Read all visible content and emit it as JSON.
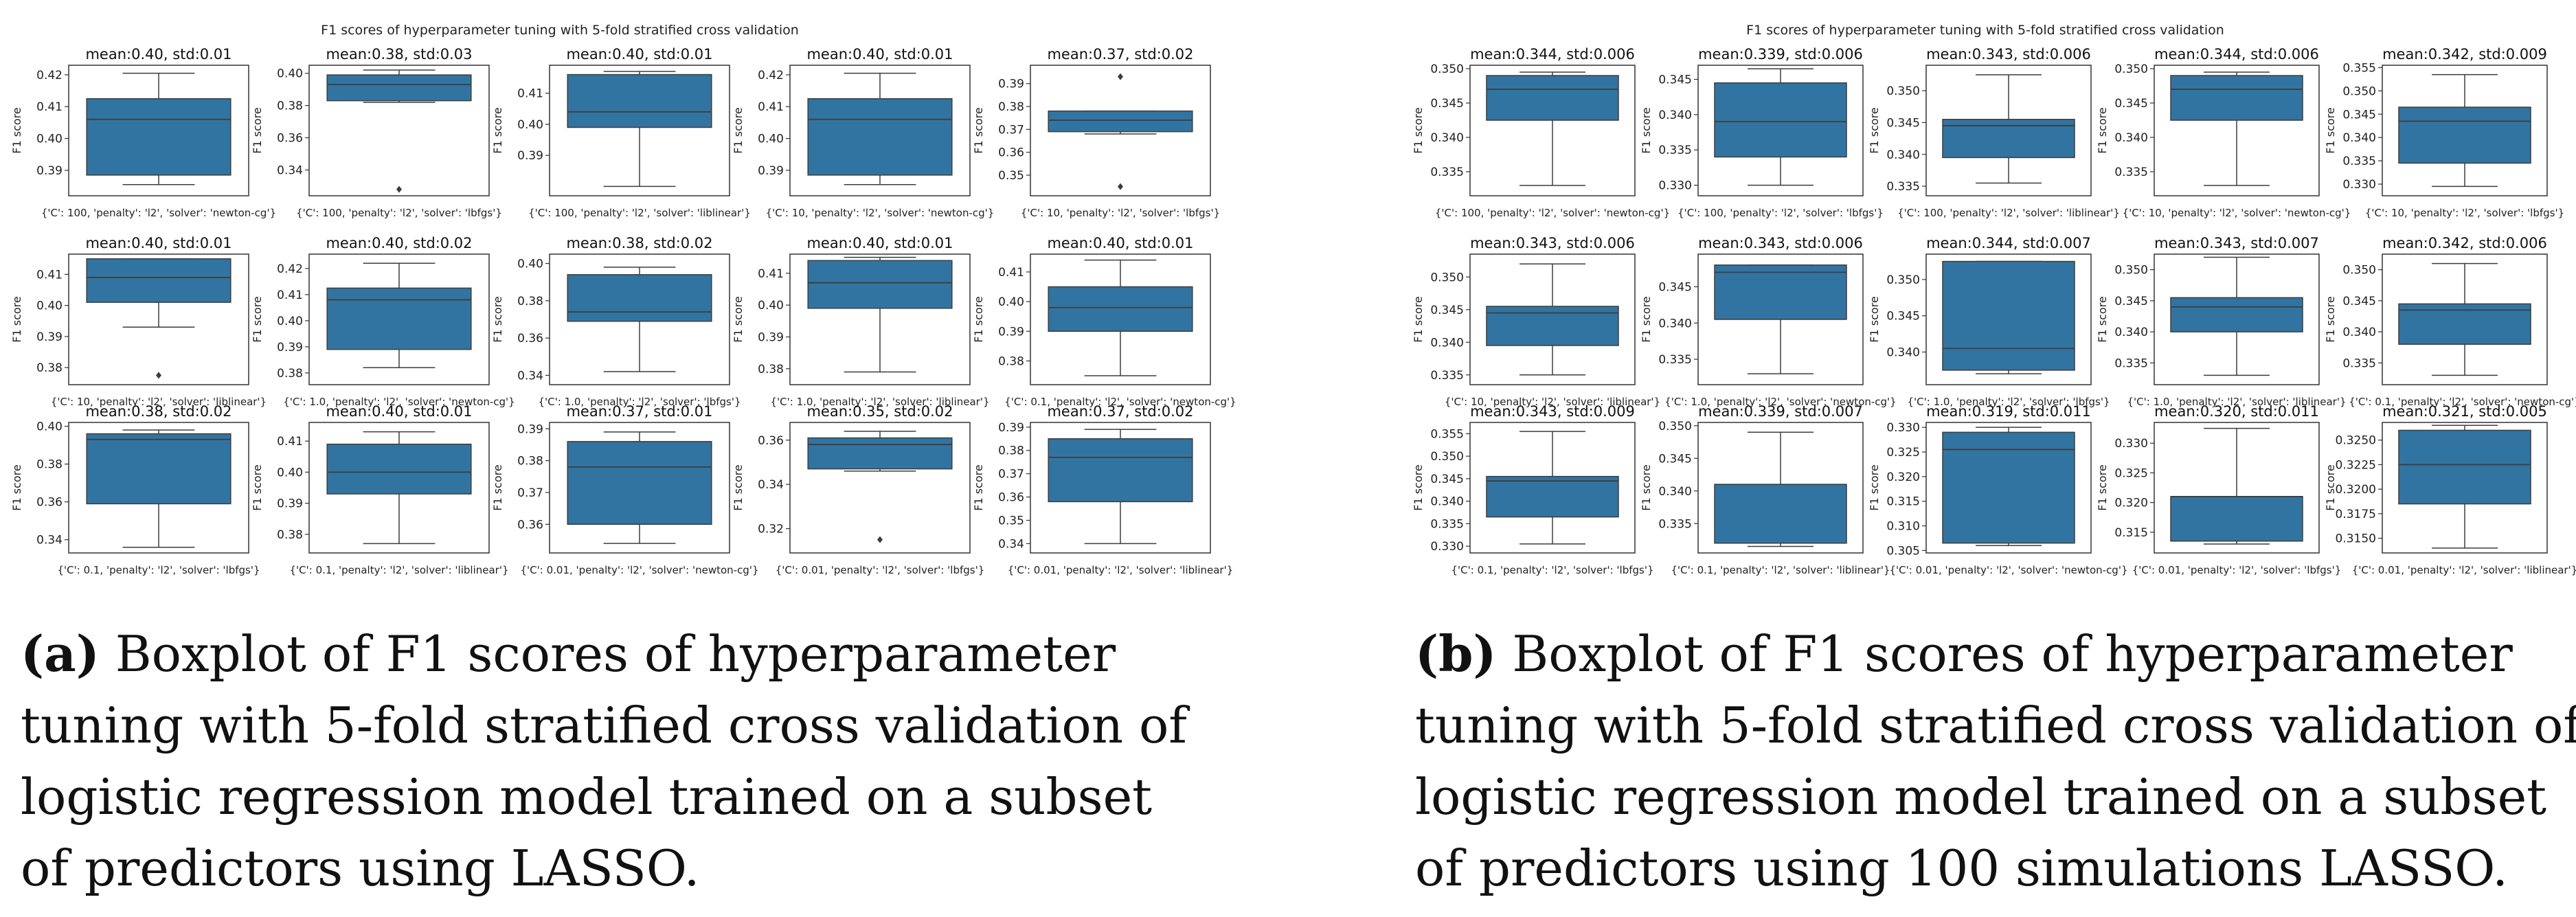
{
  "colors": {
    "box": "#3274a1",
    "whisker": "#3d3d3d",
    "frame": "#333333"
  },
  "panels": [
    {
      "title": "F1 scores of hyperparameter tuning with 5-fold stratified cross validation",
      "caption_label": "(a)",
      "caption_text": "Boxplot of F1 scores of hyperparameter tuning with 5-fold stratified cross validation of logistic regression model trained on a subset of predictors using LASSO."
    },
    {
      "title": "F1 scores of hyperparameter tuning with 5-fold stratified cross validation",
      "caption_label": "(b)",
      "caption_text": "Boxplot of F1 scores of hyperparameter tuning with 5-fold stratified cross validation of logistic regression model trained on a subset of predictors using 100 simulations LASSO."
    }
  ],
  "chart_data": [
    {
      "type": "box",
      "title": "F1 scores of hyperparameter tuning with 5-fold stratified cross validation",
      "ylabel": "F1 score",
      "subplots": [
        {
          "title": "mean:0.40, std:0.01",
          "xlabel": "{'C': 100, 'penalty': 'l2', 'solver': 'newton-cg'}",
          "ticks": [
            "0.39",
            "0.40",
            "0.41",
            "0.42"
          ],
          "ylim": [
            0.382,
            0.423
          ],
          "box": {
            "min": 0.3855,
            "q1": 0.3885,
            "median": 0.406,
            "q3": 0.4125,
            "max": 0.4205,
            "outliers": []
          }
        },
        {
          "title": "mean:0.38, std:0.03",
          "xlabel": "{'C': 100, 'penalty': 'l2', 'solver': 'lbfgs'}",
          "ticks": [
            "0.34",
            "0.36",
            "0.38",
            "0.40"
          ],
          "ylim": [
            0.324,
            0.405
          ],
          "box": {
            "min": 0.382,
            "q1": 0.383,
            "median": 0.393,
            "q3": 0.399,
            "max": 0.402,
            "outliers": [
              0.328
            ]
          }
        },
        {
          "title": "mean:0.40, std:0.01",
          "xlabel": "{'C': 100, 'penalty': 'l2', 'solver': 'liblinear'}",
          "ticks": [
            "0.39",
            "0.40",
            "0.41"
          ],
          "ylim": [
            0.377,
            0.419
          ],
          "box": {
            "min": 0.38,
            "q1": 0.399,
            "median": 0.404,
            "q3": 0.416,
            "max": 0.417,
            "outliers": []
          }
        },
        {
          "title": "mean:0.40, std:0.01",
          "xlabel": "{'C': 10, 'penalty': 'l2', 'solver': 'newton-cg'}",
          "ticks": [
            "0.39",
            "0.40",
            "0.41",
            "0.42"
          ],
          "ylim": [
            0.382,
            0.423
          ],
          "box": {
            "min": 0.3855,
            "q1": 0.3885,
            "median": 0.406,
            "q3": 0.4125,
            "max": 0.4205,
            "outliers": []
          }
        },
        {
          "title": "mean:0.37, std:0.02",
          "xlabel": "{'C': 10, 'penalty': 'l2', 'solver': 'lbfgs'}",
          "ticks": [
            "0.35",
            "0.36",
            "0.37",
            "0.38",
            "0.39"
          ],
          "ylim": [
            0.341,
            0.398
          ],
          "box": {
            "min": 0.368,
            "q1": 0.369,
            "median": 0.374,
            "q3": 0.378,
            "max": 0.378,
            "outliers": [
              0.393,
              0.345
            ]
          }
        },
        {
          "title": "mean:0.40, std:0.01",
          "xlabel": "{'C': 10, 'penalty': 'l2', 'solver': 'liblinear'}",
          "ticks": [
            "0.38",
            "0.39",
            "0.40",
            "0.41"
          ],
          "ylim": [
            0.3745,
            0.4165
          ],
          "box": {
            "min": 0.393,
            "q1": 0.401,
            "median": 0.409,
            "q3": 0.415,
            "max": 0.415,
            "outliers": [
              0.3775
            ]
          }
        },
        {
          "title": "mean:0.40, std:0.02",
          "xlabel": "{'C': 1.0, 'penalty': 'l2', 'solver': 'newton-cg'}",
          "ticks": [
            "0.38",
            "0.39",
            "0.40",
            "0.41",
            "0.42"
          ],
          "ylim": [
            0.3755,
            0.4255
          ],
          "box": {
            "min": 0.382,
            "q1": 0.389,
            "median": 0.408,
            "q3": 0.4125,
            "max": 0.422,
            "outliers": []
          }
        },
        {
          "title": "mean:0.38, std:0.02",
          "xlabel": "{'C': 1.0, 'penalty': 'l2', 'solver': 'lbfgs'}",
          "ticks": [
            "0.34",
            "0.36",
            "0.38",
            "0.40"
          ],
          "ylim": [
            0.335,
            0.405
          ],
          "box": {
            "min": 0.342,
            "q1": 0.369,
            "median": 0.374,
            "q3": 0.394,
            "max": 0.398,
            "outliers": []
          }
        },
        {
          "title": "mean:0.40, std:0.01",
          "xlabel": "{'C': 1.0, 'penalty': 'l2', 'solver': 'liblinear'}",
          "ticks": [
            "0.38",
            "0.39",
            "0.40",
            "0.41"
          ],
          "ylim": [
            0.375,
            0.416
          ],
          "box": {
            "min": 0.379,
            "q1": 0.399,
            "median": 0.407,
            "q3": 0.414,
            "max": 0.415,
            "outliers": []
          }
        },
        {
          "title": "mean:0.40, std:0.01",
          "xlabel": "{'C': 0.1, 'penalty': 'l2', 'solver': 'newton-cg'}",
          "ticks": [
            "0.38",
            "0.39",
            "0.40",
            "0.41"
          ],
          "ylim": [
            0.372,
            0.416
          ],
          "box": {
            "min": 0.375,
            "q1": 0.39,
            "median": 0.398,
            "q3": 0.405,
            "max": 0.414,
            "outliers": []
          }
        },
        {
          "title": "mean:0.38, std:0.02",
          "xlabel": "{'C': 0.1, 'penalty': 'l2', 'solver': 'lbfgs'}",
          "ticks": [
            "0.34",
            "0.36",
            "0.38",
            "0.40"
          ],
          "ylim": [
            0.333,
            0.402
          ],
          "box": {
            "min": 0.336,
            "q1": 0.359,
            "median": 0.393,
            "q3": 0.396,
            "max": 0.398,
            "outliers": []
          }
        },
        {
          "title": "mean:0.40, std:0.01",
          "xlabel": "{'C': 0.1, 'penalty': 'l2', 'solver': 'liblinear'}",
          "ticks": [
            "0.38",
            "0.39",
            "0.40",
            "0.41"
          ],
          "ylim": [
            0.374,
            0.416
          ],
          "box": {
            "min": 0.377,
            "q1": 0.393,
            "median": 0.4,
            "q3": 0.409,
            "max": 0.413,
            "outliers": []
          }
        },
        {
          "title": "mean:0.37, std:0.01",
          "xlabel": "{'C': 0.01, 'penalty': 'l2', 'solver': 'newton-cg'}",
          "ticks": [
            "0.36",
            "0.37",
            "0.38",
            "0.39"
          ],
          "ylim": [
            0.351,
            0.392
          ],
          "box": {
            "min": 0.354,
            "q1": 0.36,
            "median": 0.378,
            "q3": 0.386,
            "max": 0.389,
            "outliers": []
          }
        },
        {
          "title": "mean:0.35, std:0.02",
          "xlabel": "{'C': 0.01, 'penalty': 'l2', 'solver': 'lbfgs'}",
          "ticks": [
            "0.32",
            "0.34",
            "0.36"
          ],
          "ylim": [
            0.309,
            0.368
          ],
          "box": {
            "min": 0.346,
            "q1": 0.347,
            "median": 0.358,
            "q3": 0.361,
            "max": 0.364,
            "outliers": [
              0.315
            ]
          }
        },
        {
          "title": "mean:0.37, std:0.02",
          "xlabel": "{'C': 0.01, 'penalty': 'l2', 'solver': 'liblinear'}",
          "ticks": [
            "0.34",
            "0.35",
            "0.36",
            "0.37",
            "0.38",
            "0.39"
          ],
          "ylim": [
            0.336,
            0.392
          ],
          "box": {
            "min": 0.34,
            "q1": 0.358,
            "median": 0.377,
            "q3": 0.385,
            "max": 0.389,
            "outliers": []
          }
        }
      ]
    },
    {
      "type": "box",
      "title": "F1 scores of hyperparameter tuning with 5-fold stratified cross validation",
      "ylabel": "F1 score",
      "subplots": [
        {
          "title": "mean:0.344, std:0.006",
          "xlabel": "{'C': 100, 'penalty': 'l2', 'solver': 'newton-cg'}",
          "ticks": [
            "0.335",
            "0.340",
            "0.345",
            "0.350"
          ],
          "ylim": [
            0.3315,
            0.3505
          ],
          "box": {
            "min": 0.333,
            "q1": 0.3425,
            "median": 0.347,
            "q3": 0.349,
            "max": 0.3495,
            "outliers": []
          }
        },
        {
          "title": "mean:0.339, std:0.006",
          "xlabel": "{'C': 100, 'penalty': 'l2', 'solver': 'lbfgs'}",
          "ticks": [
            "0.330",
            "0.335",
            "0.340",
            "0.345"
          ],
          "ylim": [
            0.3285,
            0.347
          ],
          "box": {
            "min": 0.33,
            "q1": 0.334,
            "median": 0.339,
            "q3": 0.3445,
            "max": 0.3465,
            "outliers": []
          }
        },
        {
          "title": "mean:0.343, std:0.006",
          "xlabel": "{'C': 100, 'penalty': 'l2', 'solver': 'liblinear'}",
          "ticks": [
            "0.335",
            "0.340",
            "0.345",
            "0.350"
          ],
          "ylim": [
            0.3335,
            0.354
          ],
          "box": {
            "min": 0.3355,
            "q1": 0.3395,
            "median": 0.3445,
            "q3": 0.3455,
            "max": 0.3525,
            "outliers": []
          }
        },
        {
          "title": "mean:0.344, std:0.006",
          "xlabel": "{'C': 10, 'penalty': 'l2', 'solver': 'newton-cg'}",
          "ticks": [
            "0.335",
            "0.340",
            "0.345",
            "0.350"
          ],
          "ylim": [
            0.3315,
            0.3505
          ],
          "box": {
            "min": 0.333,
            "q1": 0.3425,
            "median": 0.347,
            "q3": 0.349,
            "max": 0.3495,
            "outliers": []
          }
        },
        {
          "title": "mean:0.342, std:0.009",
          "xlabel": "{'C': 10, 'penalty': 'l2', 'solver': 'lbfgs'}",
          "ticks": [
            "0.330",
            "0.335",
            "0.340",
            "0.345",
            "0.350",
            "0.355"
          ],
          "ylim": [
            0.3275,
            0.3555
          ],
          "box": {
            "min": 0.3295,
            "q1": 0.3345,
            "median": 0.3435,
            "q3": 0.3465,
            "max": 0.3535,
            "outliers": []
          }
        },
        {
          "title": "mean:0.343, std:0.006",
          "xlabel": "{'C': 10, 'penalty': 'l2', 'solver': 'liblinear'}",
          "ticks": [
            "0.335",
            "0.340",
            "0.345",
            "0.350"
          ],
          "ylim": [
            0.3335,
            0.3535
          ],
          "box": {
            "min": 0.335,
            "q1": 0.3395,
            "median": 0.3445,
            "q3": 0.3455,
            "max": 0.352,
            "outliers": []
          }
        },
        {
          "title": "mean:0.343, std:0.006",
          "xlabel": "{'C': 1.0, 'penalty': 'l2', 'solver': 'newton-cg'}",
          "ticks": [
            "0.335",
            "0.340",
            "0.345"
          ],
          "ylim": [
            0.3315,
            0.3495
          ],
          "box": {
            "min": 0.333,
            "q1": 0.3405,
            "median": 0.347,
            "q3": 0.348,
            "max": 0.348,
            "outliers": []
          }
        },
        {
          "title": "mean:0.344, std:0.007",
          "xlabel": "{'C': 1.0, 'penalty': 'l2', 'solver': 'lbfgs'}",
          "ticks": [
            "0.340",
            "0.345",
            "0.350"
          ],
          "ylim": [
            0.3355,
            0.3535
          ],
          "box": {
            "min": 0.337,
            "q1": 0.3375,
            "median": 0.3405,
            "q3": 0.3525,
            "max": 0.3525,
            "outliers": []
          }
        },
        {
          "title": "mean:0.343, std:0.007",
          "xlabel": "{'C': 1.0, 'penalty': 'l2', 'solver': 'liblinear'}",
          "ticks": [
            "0.335",
            "0.340",
            "0.345",
            "0.350"
          ],
          "ylim": [
            0.3315,
            0.3525
          ],
          "box": {
            "min": 0.333,
            "q1": 0.34,
            "median": 0.344,
            "q3": 0.3455,
            "max": 0.352,
            "outliers": []
          }
        },
        {
          "title": "mean:0.342, std:0.006",
          "xlabel": "{'C': 0.1, 'penalty': 'l2', 'solver': 'newton-cg'}",
          "ticks": [
            "0.335",
            "0.340",
            "0.345",
            "0.350"
          ],
          "ylim": [
            0.3315,
            0.3525
          ],
          "box": {
            "min": 0.333,
            "q1": 0.338,
            "median": 0.3435,
            "q3": 0.3445,
            "max": 0.351,
            "outliers": []
          }
        },
        {
          "title": "mean:0.343, std:0.009",
          "xlabel": "{'C': 0.1, 'penalty': 'l2', 'solver': 'lbfgs'}",
          "ticks": [
            "0.330",
            "0.335",
            "0.340",
            "0.345",
            "0.350",
            "0.355"
          ],
          "ylim": [
            0.3285,
            0.3575
          ],
          "box": {
            "min": 0.3305,
            "q1": 0.3365,
            "median": 0.3445,
            "q3": 0.3455,
            "max": 0.3555,
            "outliers": []
          }
        },
        {
          "title": "mean:0.339, std:0.007",
          "xlabel": "{'C': 0.1, 'penalty': 'l2', 'solver': 'liblinear'}",
          "ticks": [
            "0.335",
            "0.340",
            "0.345",
            "0.350"
          ],
          "ylim": [
            0.3305,
            0.3505
          ],
          "box": {
            "min": 0.3315,
            "q1": 0.332,
            "median": 0.341,
            "q3": 0.341,
            "max": 0.349,
            "outliers": []
          }
        },
        {
          "title": "mean:0.319, std:0.011",
          "xlabel": "{'C': 0.01, 'penalty': 'l2', 'solver': 'newton-cg'}",
          "ticks": [
            "0.305",
            "0.310",
            "0.315",
            "0.320",
            "0.325",
            "0.330"
          ],
          "ylim": [
            0.3045,
            0.331
          ],
          "box": {
            "min": 0.306,
            "q1": 0.3065,
            "median": 0.3255,
            "q3": 0.329,
            "max": 0.33,
            "outliers": []
          }
        },
        {
          "title": "mean:0.320, std:0.011",
          "xlabel": "{'C': 0.01, 'penalty': 'l2', 'solver': 'lbfgs'}",
          "ticks": [
            "0.315",
            "0.320",
            "0.325",
            "0.330"
          ],
          "ylim": [
            0.3115,
            0.3335
          ],
          "box": {
            "min": 0.313,
            "q1": 0.3135,
            "median": 0.321,
            "q3": 0.321,
            "max": 0.3325,
            "outliers": []
          }
        },
        {
          "title": "mean:0.321, std:0.005",
          "xlabel": "{'C': 0.01, 'penalty': 'l2', 'solver': 'liblinear'}",
          "ticks": [
            "0.3150",
            "0.3175",
            "0.3200",
            "0.3225",
            "0.3250"
          ],
          "ylim": [
            0.3135,
            0.3268
          ],
          "box": {
            "min": 0.314,
            "q1": 0.3185,
            "median": 0.3225,
            "q3": 0.326,
            "max": 0.3265,
            "outliers": []
          }
        }
      ]
    }
  ]
}
